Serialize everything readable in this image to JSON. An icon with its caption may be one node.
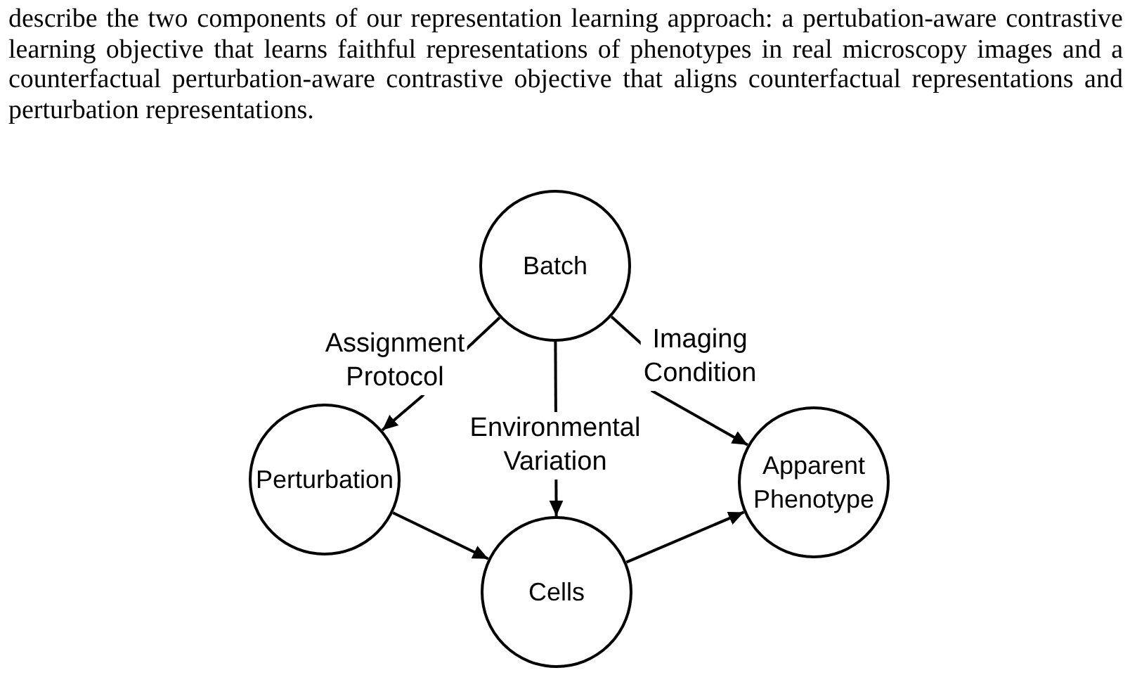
{
  "diagram": {
    "nodes": [
      {
        "text": [
          "Batch"
        ]
      },
      {
        "text": [
          "Perturbation"
        ]
      },
      {
        "text": [
          "Cells"
        ]
      },
      {
        "text": [
          "Apparent Phenotype"
        ]
      }
    ],
    "edges": [
      {
        "from": 0,
        "to": 1,
        "arrow": "to",
        "label": "Assignment Protocol"
      },
      {
        "from": 0,
        "to": 2,
        "arrow": "to",
        "label": "Environmental Variation"
      },
      {
        "from": 0,
        "to": 3,
        "arrow": "to",
        "label": "Imaging Condition"
      },
      {
        "from": 1,
        "to": 2,
        "arrow": "to"
      },
      {
        "from": 2,
        "to": 3,
        "arrow": "to"
      }
    ],
    "labels": [
      "describe the two components of our representation learning approach: a pertubation-aware contrastive learning objective that learns faithful representations of phenotypes in real microscopy images and a counterfactual perturbation-aware contrastive objective that aligns counterfactual representations and perturbation representations."
    ]
  }
}
